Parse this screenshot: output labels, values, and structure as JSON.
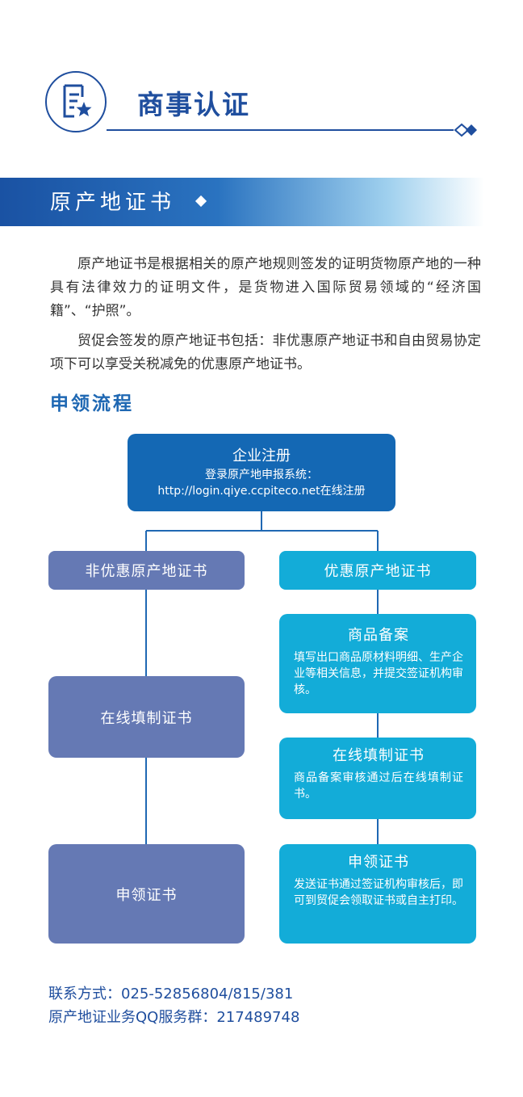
{
  "header": {
    "title": "商事认证",
    "logo_icon": "certificate-star-icon",
    "accent_color": "#1f4e9e"
  },
  "section": {
    "title": "原产地证书"
  },
  "body": {
    "paragraph_1": "原产地证书是根据相关的原产地规则签发的证明货物原产地的一种具有法律效力的证明文件，是货物进入国际贸易领域的“经济国籍”、“护照”。",
    "paragraph_2": "贸促会签发的原产地证书包括：非优惠原产地证书和自由贸易协定项下可以享受关税减免的优惠原产地证书。"
  },
  "flow": {
    "heading": "申领流程",
    "register": {
      "title": "企业注册",
      "line1": "登录原产地申报系统：",
      "line2": "http://login.qiye.ccpiteco.net在线注册"
    },
    "non_preferential": {
      "title": "非优惠原产地证书",
      "step_fill": "在线填制证书",
      "step_apply": "申领证书"
    },
    "preferential": {
      "title": "优惠原产地证书",
      "step_record_title": "商品备案",
      "step_record_desc": "填写出口商品原材料明细、生产企业等相关信息，并提交签证机构审核。",
      "step_fill_title": "在线填制证书",
      "step_fill_desc": "商品备案审核通过后在线填制证书。",
      "step_apply_title": "申领证书",
      "step_apply_desc": "发送证书通过签证机构审核后，即可到贸促会领取证书或自主打印。"
    },
    "colors": {
      "register": "#1468b4",
      "non_preferential": "#6579b4",
      "preferential": "#13acd8"
    }
  },
  "contact": {
    "phone": "联系方式：025-52856804/815/381",
    "qq_group": "原产地证业务QQ服务群：217489748"
  }
}
